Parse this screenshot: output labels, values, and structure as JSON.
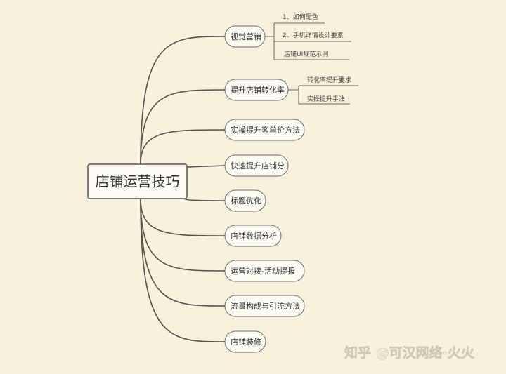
{
  "root": {
    "label": "店铺运营技巧"
  },
  "branches": [
    {
      "label": "视觉营销",
      "children": [
        "1、如何配色",
        "2、手机详情设计要素",
        "店铺UI规范示例"
      ]
    },
    {
      "label": "提升店铺转化率",
      "children": [
        "转化率提升要求",
        "实操提升手法"
      ]
    },
    {
      "label": "实操提升客单价方法"
    },
    {
      "label": "快速提升店铺分"
    },
    {
      "label": "标题优化"
    },
    {
      "label": "店铺数据分析"
    },
    {
      "label": "运营对接-活动提报"
    },
    {
      "label": "流量构成与引流方法"
    },
    {
      "label": "店铺装修"
    }
  ],
  "watermark": "知乎 @可汉网络·火火",
  "colors": {
    "background": "#f8f2dc",
    "line": "#55524a",
    "node_fill": "#fdfbf4"
  }
}
